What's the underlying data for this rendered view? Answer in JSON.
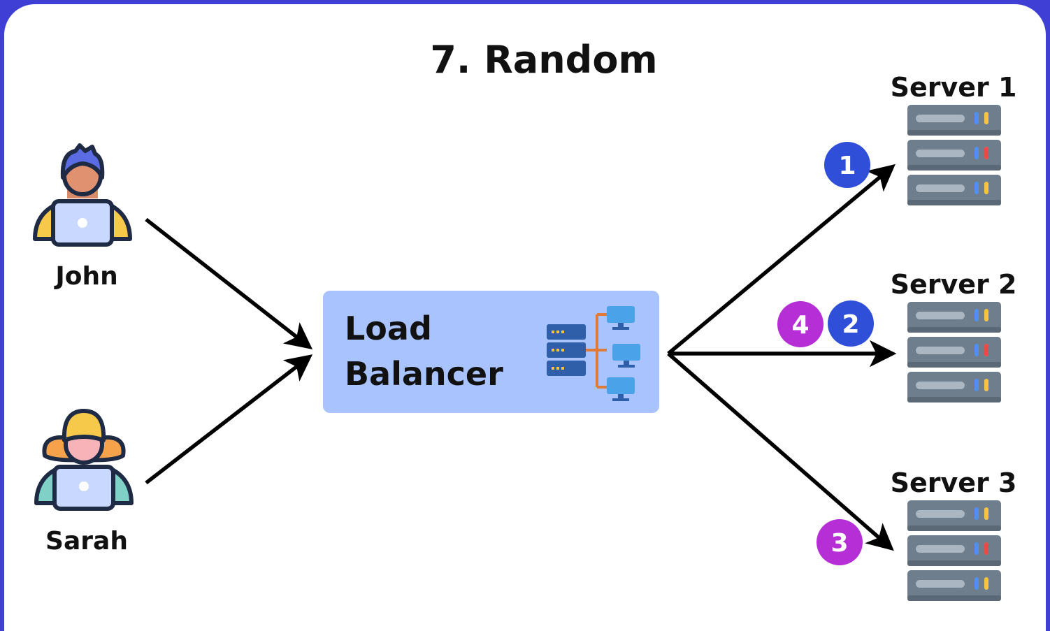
{
  "title": "7. Random",
  "users": [
    {
      "name": "John"
    },
    {
      "name": "Sarah"
    }
  ],
  "load_balancer": {
    "line1": "Load",
    "line2": "Balancer"
  },
  "servers": [
    {
      "name": "Server 1"
    },
    {
      "name": "Server 2"
    },
    {
      "name": "Server 3"
    }
  ],
  "badges": [
    {
      "number": "1",
      "target": "Server 1",
      "color": "#2f4fd8"
    },
    {
      "number": "2",
      "target": "Server 2",
      "color": "#2f4fd8"
    },
    {
      "number": "3",
      "target": "Server 3",
      "color": "#b52ed6"
    },
    {
      "number": "4",
      "target": "Server 2",
      "color": "#b52ed6"
    }
  ],
  "colors": {
    "frame": "#3f3fd6",
    "lb_box": "#a9c3ff",
    "arrow": "#000000",
    "server_body": "#6f7e8c",
    "server_slot": "#aab6c2",
    "led_yellow": "#f4c542",
    "led_blue": "#4f8ff0",
    "led_red": "#e8494c"
  },
  "icons": [
    "user-laptop-icon",
    "network-hierarchy-icon",
    "server-rack-icon"
  ]
}
